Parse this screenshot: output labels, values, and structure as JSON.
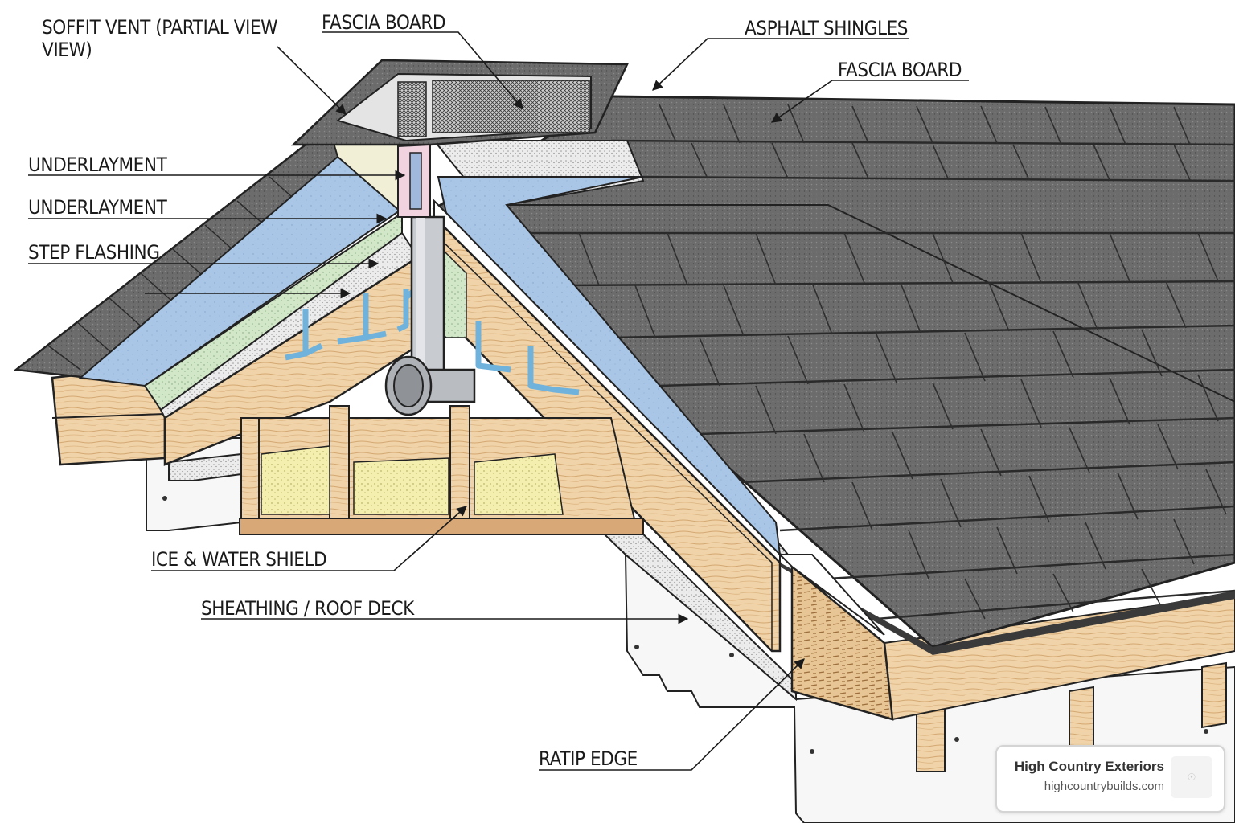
{
  "labels": {
    "soffit_vent": "SOFFIT VENT (PARTIAL VIEW VIEW)",
    "fascia_board_top": "FASCIA BOARD",
    "asphalt_shingles": "ASPHALT SHINGLES",
    "fascia_board_right": "FASCIA BOARD",
    "underlayment_1": "UNDERLAYMENT",
    "underlayment_2": "UNDERLAYMENT",
    "step_flashing": "STEP FLASHING",
    "ice_water_shield": "ICE & WATER SHIELD",
    "sheathing_roof_deck": "SHEATHING / ROOF DECK",
    "ratip_edge": "RATIP EDGE"
  },
  "brand": {
    "name": "High Country Exteriors",
    "url": "highcountrybuilds.com",
    "logo_icon": "badge-icon"
  },
  "colors": {
    "shingle": "#6b6b6b",
    "shingle_dark": "#3a3a3a",
    "lumber": "#f0d3a8",
    "lumber_dark": "#d9b27c",
    "underlayment_blue": "#aac7e6",
    "green_membrane": "#cfe3c4",
    "insulation": "#f3eeac",
    "flashing_blue": "#6fb2dc",
    "vent_pipe": "#b9bcc0",
    "outline": "#222222"
  }
}
